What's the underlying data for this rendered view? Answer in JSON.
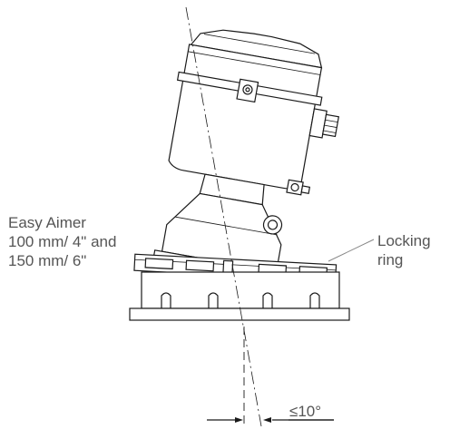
{
  "callouts": {
    "left": [
      "Easy Aimer",
      "100 mm/ 4\" and",
      "150 mm/ 6\""
    ],
    "right": [
      "Locking",
      "ring"
    ]
  },
  "angle": {
    "label": "≤10°"
  }
}
